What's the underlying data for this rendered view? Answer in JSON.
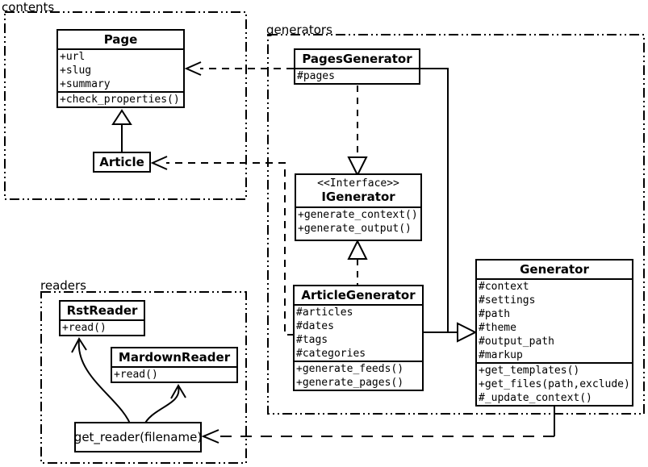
{
  "packages": {
    "contents": {
      "label": "contents"
    },
    "generators": {
      "label": "generators"
    },
    "readers": {
      "label": "readers"
    }
  },
  "classes": {
    "page": {
      "title": "Page",
      "attributes": [
        "+url",
        "+slug",
        "+summary"
      ],
      "methods": [
        "+check_properties()"
      ]
    },
    "article": {
      "title": "Article"
    },
    "pages_generator": {
      "title": "PagesGenerator",
      "attributes": [
        "#pages"
      ]
    },
    "igenerator": {
      "stereotype": "<<Interface>>",
      "title": "IGenerator",
      "methods": [
        "+generate_context()",
        "+generate_output()"
      ]
    },
    "article_generator": {
      "title": "ArticleGenerator",
      "attributes": [
        "#articles",
        "#dates",
        "#tags",
        "#categories"
      ],
      "methods": [
        "+generate_feeds()",
        "+generate_pages()"
      ]
    },
    "generator": {
      "title": "Generator",
      "attributes": [
        "#context",
        "#settings",
        "#path",
        "#theme",
        "#output_path",
        "#markup"
      ],
      "methods": [
        "+get_templates()",
        "+get_files(path,exclude)",
        "#_update_context()"
      ]
    },
    "rst_reader": {
      "title": "RstReader",
      "methods": [
        "+read()"
      ]
    },
    "markdown_reader": {
      "title": "MardownReader",
      "methods": [
        "+read()"
      ]
    },
    "get_reader": {
      "title": "get_reader(filename)"
    }
  },
  "colors": {
    "stroke": "#000000",
    "background": "#ffffff"
  }
}
